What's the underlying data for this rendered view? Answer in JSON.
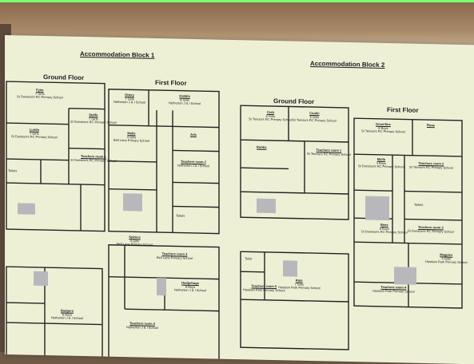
{
  "block1": {
    "title": "Accommodation Block 1",
    "ground_floor": "Ground Floor",
    "first_floor": "First Floor",
    "rooms": {
      "fyne": {
        "name": "Fyne",
        "info": "7 Girls",
        "school": "St Dunstan's RC Primary School"
      },
      "lunda": {
        "name": "Lunda",
        "info": "7 Girls",
        "school": "St Dunstan's RC Primary School"
      },
      "staffa": {
        "name": "Staffa",
        "info": "7 Girls",
        "school": "St Dunstan's RC Primary School"
      },
      "teachers_gf": {
        "name": "Teachers room 1",
        "school": "St Dunstan's RC Primary School"
      },
      "toilets_gf": {
        "name": "Toilets"
      },
      "ottery": {
        "name": "Ottery",
        "info": "7 Girls",
        "school": "Netherton J & I School"
      },
      "kabbla": {
        "name": "Kabbla",
        "info": "8 Girls",
        "school": "Netherton J & I School"
      },
      "molle": {
        "name": "Molle",
        "info": "4 Girls",
        "school": "Bell Lane Primary School"
      },
      "arla": {
        "name": "Arla"
      },
      "teachers_ff": {
        "name": "Teachers room 2",
        "school": "Netherton J & I School"
      },
      "toilets_ff": {
        "name": "Toilets"
      },
      "sylders": {
        "name": "Sylders",
        "info": "4 Girls",
        "school": "Bell Lane Primary School"
      },
      "teachers_ff2": {
        "name": "Teachers room 3",
        "school": "Bell Lane Primary School"
      },
      "lower_hamp": {
        "name": "Hedgehogs",
        "info": "8 Boys",
        "school": "Netherton J & I School"
      },
      "lower_teach": {
        "name": "Teachers room 4",
        "school": "Netherton J & I School"
      },
      "lower_boys": {
        "name": "Badgers",
        "info": "8 Boys",
        "school": "Netherton J & I School"
      }
    }
  },
  "block2": {
    "title": "Accommodation Block 2",
    "ground_floor": "Ground Floor",
    "first_floor": "First Floor",
    "rooms": {
      "cerb": {
        "name": "Cerb",
        "info": "6 Girls",
        "school": "St Teresa's RC Primary School"
      },
      "coulin": {
        "name": "Coulin",
        "info": "6 Girls",
        "school": "St Teresa's RC Primary School"
      },
      "rubha": {
        "name": "Rubha"
      },
      "teachers_gf": {
        "name": "Teachers room 1",
        "school": "St Teresa's RC Primary School"
      },
      "greenfins": {
        "name": "Greenfins",
        "info": "8 Boys",
        "school": "St Teresa's RC Primary School"
      },
      "rosa": {
        "name": "Rosa"
      },
      "molla": {
        "name": "Molla",
        "info": "4 Boys",
        "school": "St Dunstan's RC Primary School"
      },
      "teachers_ff": {
        "name": "Teachers room 2",
        "school": "St Teresa's RC Primary School"
      },
      "toilets_ff": {
        "name": "Toilets"
      },
      "bees": {
        "name": "Bees",
        "info": "8 Boys",
        "school": "St Dunstan's RC Primary School"
      },
      "teachers_ff3": {
        "name": "Teachers room 3",
        "school": "St Dunstan's RC Primary School"
      },
      "magpies": {
        "name": "Magpies",
        "info": "4 Girls",
        "school": "Hasdam Park Primary School"
      },
      "lower_teach": {
        "name": "Teachers room 4",
        "school": "Hasdam Park Primary School"
      },
      "lower_rats": {
        "name": "Rats",
        "info": "7 Girls",
        "school": "Hasdam Park Primary School"
      },
      "lower_teach2": {
        "name": "Teachers room 5",
        "school": "Hasdam Park Primary School"
      },
      "toilet": {
        "name": "Toilet"
      }
    }
  }
}
